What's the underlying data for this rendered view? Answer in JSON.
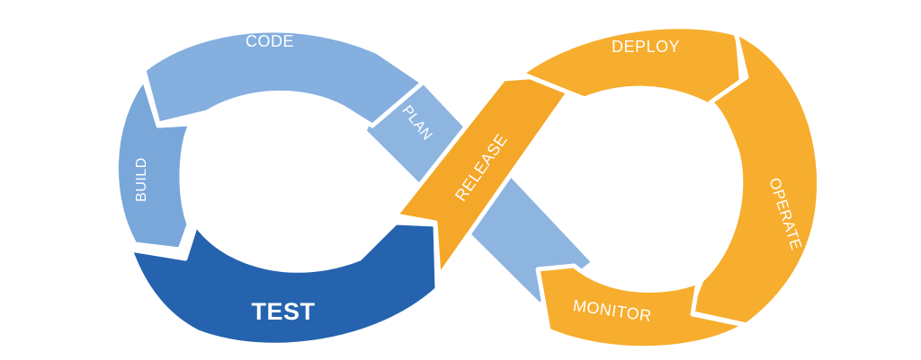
{
  "diagram": {
    "stages": {
      "plan": {
        "label": "PLAN",
        "color": "#8eb5e0"
      },
      "code": {
        "label": "CODE",
        "color": "#84afdf"
      },
      "build": {
        "label": "BUILD",
        "color": "#7aa7da"
      },
      "test": {
        "label": "TEST",
        "color": "#2563ae"
      },
      "release": {
        "label": "RELEASE",
        "color": "#f5a729"
      },
      "deploy": {
        "label": "DEPLOY",
        "color": "#f7ad2d"
      },
      "operate": {
        "label": "OPERATE",
        "color": "#f7ad2d"
      },
      "monitor": {
        "label": "MONITOR",
        "color": "#f7ad2d"
      }
    }
  }
}
